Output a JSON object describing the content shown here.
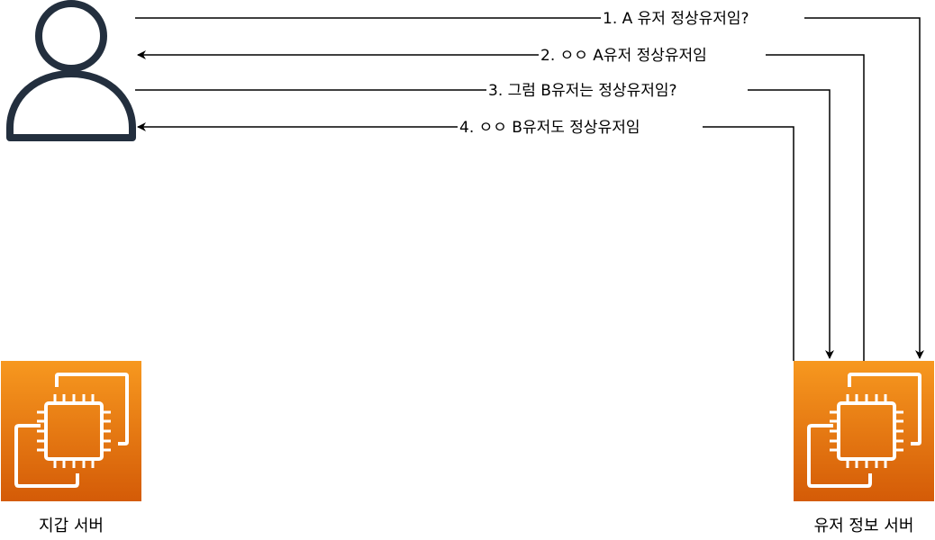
{
  "diagram": {
    "messages": [
      {
        "label": "1. A 유저 정상유저임?"
      },
      {
        "label": "2. ㅇㅇ A유저 정상유저임"
      },
      {
        "label": "3. 그럼 B유저는 정상유저임?"
      },
      {
        "label": "4. ㅇㅇ B유저도 정상유저임"
      }
    ],
    "nodes": {
      "user": {
        "icon": "user-icon"
      },
      "wallet_server": {
        "caption": "지갑 서버",
        "icon": "ec2-instance-icon"
      },
      "user_info_server": {
        "caption": "유저 정보 서버",
        "icon": "ec2-instance-icon"
      }
    },
    "colors": {
      "line": "#000000",
      "user_icon": "#232f3e",
      "ec2_top": "#f7981f",
      "ec2_bottom": "#d45b07"
    }
  }
}
